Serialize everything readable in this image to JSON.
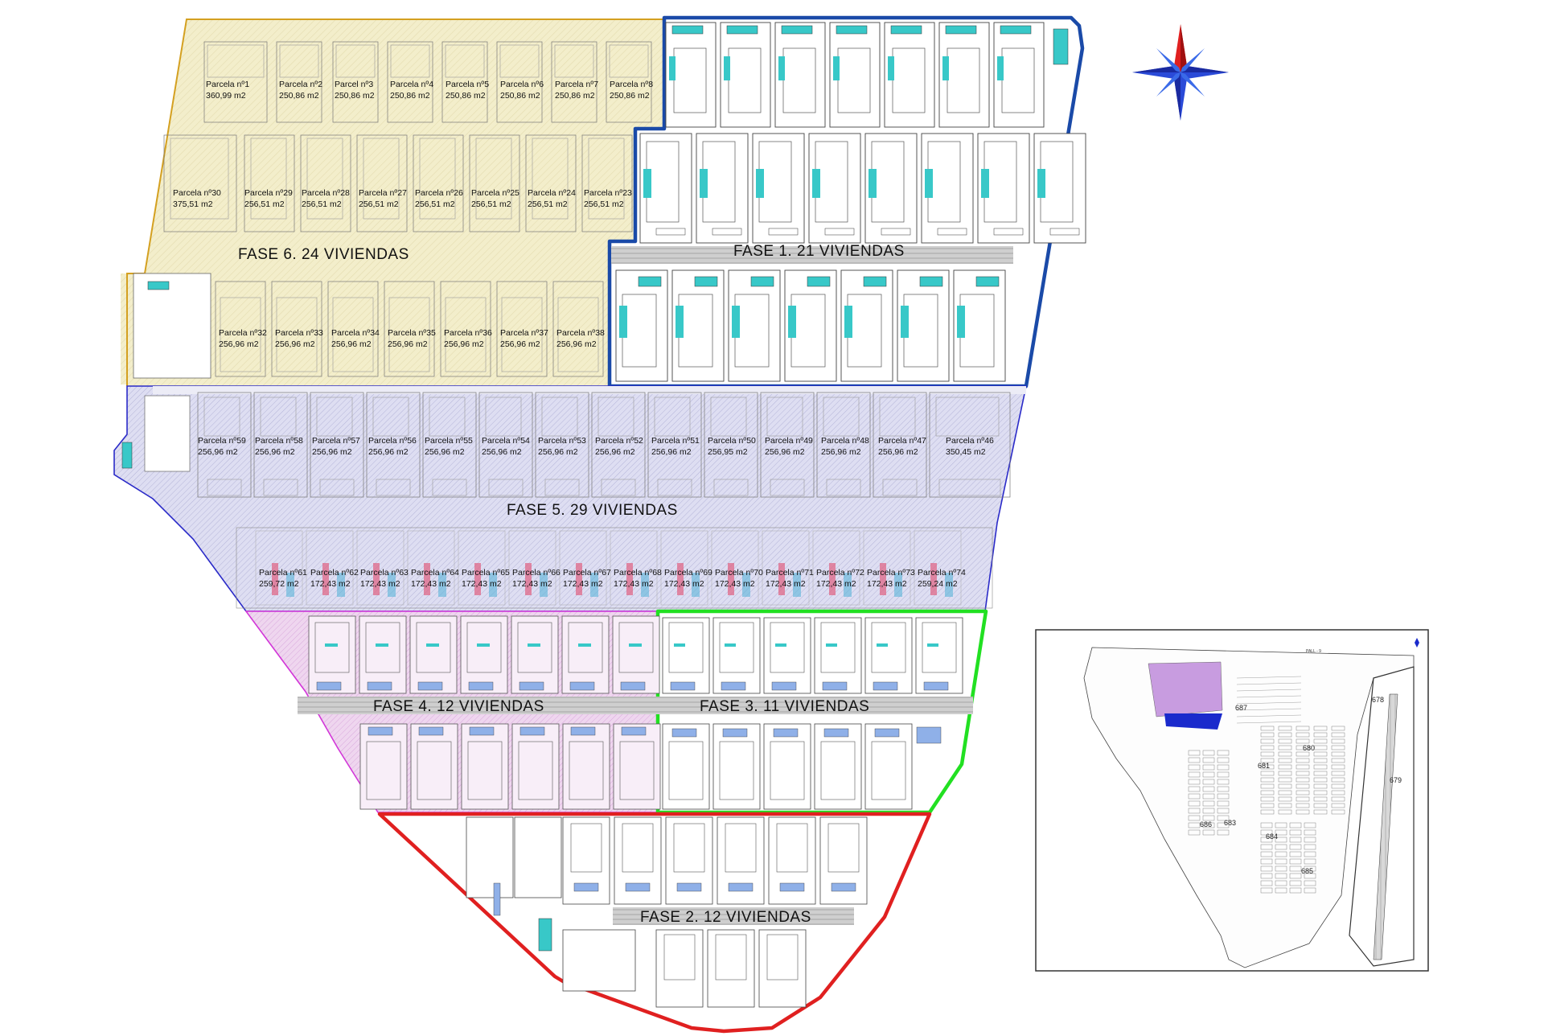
{
  "colors": {
    "phase1": "#1a4aa8",
    "phase2": "#e02020",
    "phase3": "#22e022",
    "phase4": "#d236d8",
    "phase5": "#2a2ac8",
    "phase6": "#d4a020",
    "fill1": "#ffffff",
    "fill6": "#f3eecb",
    "fill5": "#dcdcf0",
    "fill4": "#ecd0ec"
  },
  "phases": [
    {
      "id": "fase6",
      "label": "FASE 6. 24 VIVIENDAS"
    },
    {
      "id": "fase1",
      "label": "FASE 1. 21 VIVIENDAS"
    },
    {
      "id": "fase5",
      "label": "FASE 5. 29 VIVIENDAS"
    },
    {
      "id": "fase4",
      "label": "FASE 4. 12 VIVIENDAS"
    },
    {
      "id": "fase3",
      "label": "FASE 3. 11 VIVIENDAS"
    },
    {
      "id": "fase2",
      "label": "FASE 2. 12 VIVIENDAS"
    }
  ],
  "parcels": {
    "row_top": [
      {
        "name": "Parcela nº1",
        "area": "360,99 m2"
      },
      {
        "name": "Parcela nº2",
        "area": "250,86 m2"
      },
      {
        "name": "Parcel nº3",
        "area": "250,86 m2"
      },
      {
        "name": "Parcela nº4",
        "area": "250,86 m2"
      },
      {
        "name": "Parcela nº5",
        "area": "250,86 m2"
      },
      {
        "name": "Parcela nº6",
        "area": "250,86 m2"
      },
      {
        "name": "Parcela nº7",
        "area": "250,86 m2"
      },
      {
        "name": "Parcela nº8",
        "area": "250,86 m2"
      }
    ],
    "row_second": [
      {
        "name": "Parcela nº30",
        "area": "375,51 m2"
      },
      {
        "name": "Parcela nº29",
        "area": "256,51 m2"
      },
      {
        "name": "Parcela nº28",
        "area": "256,51 m2"
      },
      {
        "name": "Parcela nº27",
        "area": "256,51 m2"
      },
      {
        "name": "Parcela nº26",
        "area": "256,51 m2"
      },
      {
        "name": "Parcela nº25",
        "area": "256,51 m2"
      },
      {
        "name": "Parcela nº24",
        "area": "256,51 m2"
      },
      {
        "name": "Parcela nº23",
        "area": "256,51 m2"
      }
    ],
    "row_third": [
      {
        "name": "Parcela nº32",
        "area": "256,96 m2"
      },
      {
        "name": "Parcela nº33",
        "area": "256,96 m2"
      },
      {
        "name": "Parcela nº34",
        "area": "256,96 m2"
      },
      {
        "name": "Parcela nº35",
        "area": "256,96 m2"
      },
      {
        "name": "Parcela nº36",
        "area": "256,96 m2"
      },
      {
        "name": "Parcela nº37",
        "area": "256,96 m2"
      },
      {
        "name": "Parcela nº38",
        "area": "256,96 m2"
      }
    ],
    "row_fase5": [
      {
        "name": "Parcela nº59",
        "area": "256,96 m2"
      },
      {
        "name": "Parcela nº58",
        "area": "256,96 m2"
      },
      {
        "name": "Parcela nº57",
        "area": "256,96 m2"
      },
      {
        "name": "Parcela nº56",
        "area": "256,96 m2"
      },
      {
        "name": "Parcela nº55",
        "area": "256,96 m2"
      },
      {
        "name": "Parcela nº54",
        "area": "256,96 m2"
      },
      {
        "name": "Parcela nº53",
        "area": "256,96 m2"
      },
      {
        "name": "Parcela nº52",
        "area": "256,96 m2"
      },
      {
        "name": "Parcela nº51",
        "area": "256,96 m2"
      },
      {
        "name": "Parcela nº50",
        "area": "256,95 m2"
      },
      {
        "name": "Parcela nº49",
        "area": "256,96 m2"
      },
      {
        "name": "Parcela nº48",
        "area": "256,96 m2"
      },
      {
        "name": "Parcela nº47",
        "area": "256,96 m2"
      },
      {
        "name": "Parcela nº46",
        "area": "350,45 m2"
      }
    ],
    "row_narrow": [
      {
        "name": "Parcela nº61",
        "area": "259,72 m2"
      },
      {
        "name": "Parcela nº62",
        "area": "172,43 m2"
      },
      {
        "name": "Parcela nº63",
        "area": "172,43 m2"
      },
      {
        "name": "Parcela nº64",
        "area": "172,43 m2"
      },
      {
        "name": "Parcela nº65",
        "area": "172,43 m2"
      },
      {
        "name": "Parcela nº66",
        "area": "172,43 m2"
      },
      {
        "name": "Parcela nº67",
        "area": "172,43 m2"
      },
      {
        "name": "Parcela nº68",
        "area": "172,43 m2"
      },
      {
        "name": "Parcela nº69",
        "area": "172,43 m2"
      },
      {
        "name": "Parcela nº70",
        "area": "172,43 m2"
      },
      {
        "name": "Parcela nº71",
        "area": "172,43 m2"
      },
      {
        "name": "Parcela nº72",
        "area": "172,43 m2"
      },
      {
        "name": "Parcela nº73",
        "area": "172,43 m2"
      },
      {
        "name": "Parcela nº74",
        "area": "259,24 m2"
      }
    ]
  },
  "inset": {
    "labels": [
      "678",
      "679",
      "680",
      "681",
      "683",
      "684",
      "685",
      "686",
      "687"
    ],
    "road_labels": [
      "PALL - 9"
    ]
  }
}
